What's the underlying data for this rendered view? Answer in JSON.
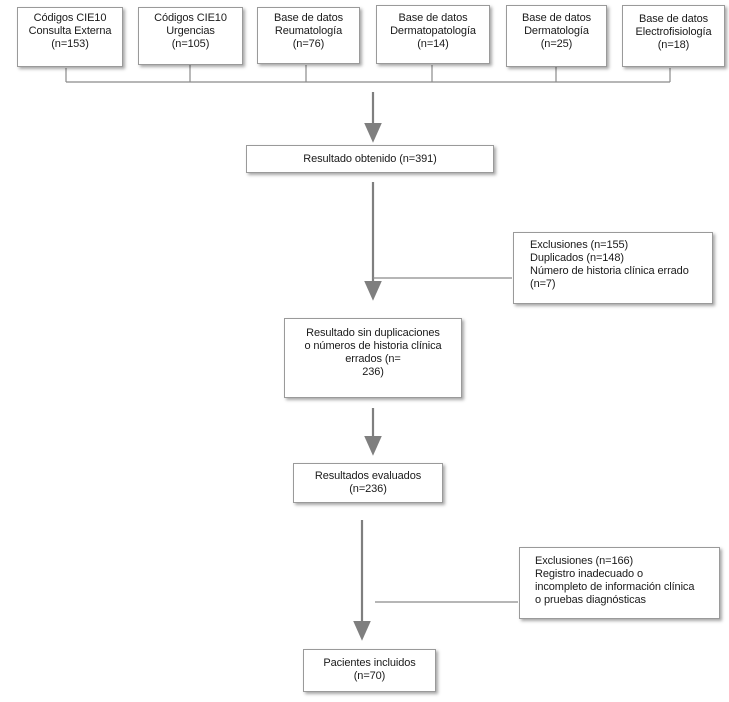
{
  "sources": [
    {
      "lines": [
        "Códigos CIE10",
        "Consulta Externa",
        "(n=153)"
      ]
    },
    {
      "lines": [
        "Códigos CIE10",
        "Urgencias",
        "(n=105)"
      ]
    },
    {
      "lines": [
        "Base de datos",
        "Reumatología",
        "(n=76)"
      ]
    },
    {
      "lines": [
        "Base de datos",
        "Dermatopatología",
        "(n=14)"
      ]
    },
    {
      "lines": [
        "Base de datos",
        "Dermatología",
        "(n=25)"
      ]
    },
    {
      "lines": [
        "Base de datos",
        "Electrofisiología",
        "(n=18)"
      ]
    }
  ],
  "result_obtained": {
    "lines": [
      "Resultado obtenido (n=391)"
    ]
  },
  "exclusions_1": {
    "lines": [
      "Exclusiones (n=155)",
      "Duplicados (n=148)",
      "Número de historia clínica errado",
      "(n=7)"
    ]
  },
  "result_dedup": {
    "lines": [
      "Resultado sin duplicaciones",
      "o números de historia clínica",
      "errados (n=",
      "236)"
    ]
  },
  "results_evaluated": {
    "lines": [
      "Resultados evaluados",
      "(n=236)"
    ]
  },
  "exclusions_2": {
    "lines": [
      "Exclusiones (n=166)",
      "Registro inadecuado o",
      "incompleto de información clínica",
      "o pruebas diagnósticas"
    ]
  },
  "patients_included": {
    "lines": [
      "Pacientes incluidos",
      "(n=70)"
    ]
  },
  "colors": {
    "line": "#8a8a8a",
    "arrow": "#7f7f7f",
    "border": "#9a9a9a"
  }
}
